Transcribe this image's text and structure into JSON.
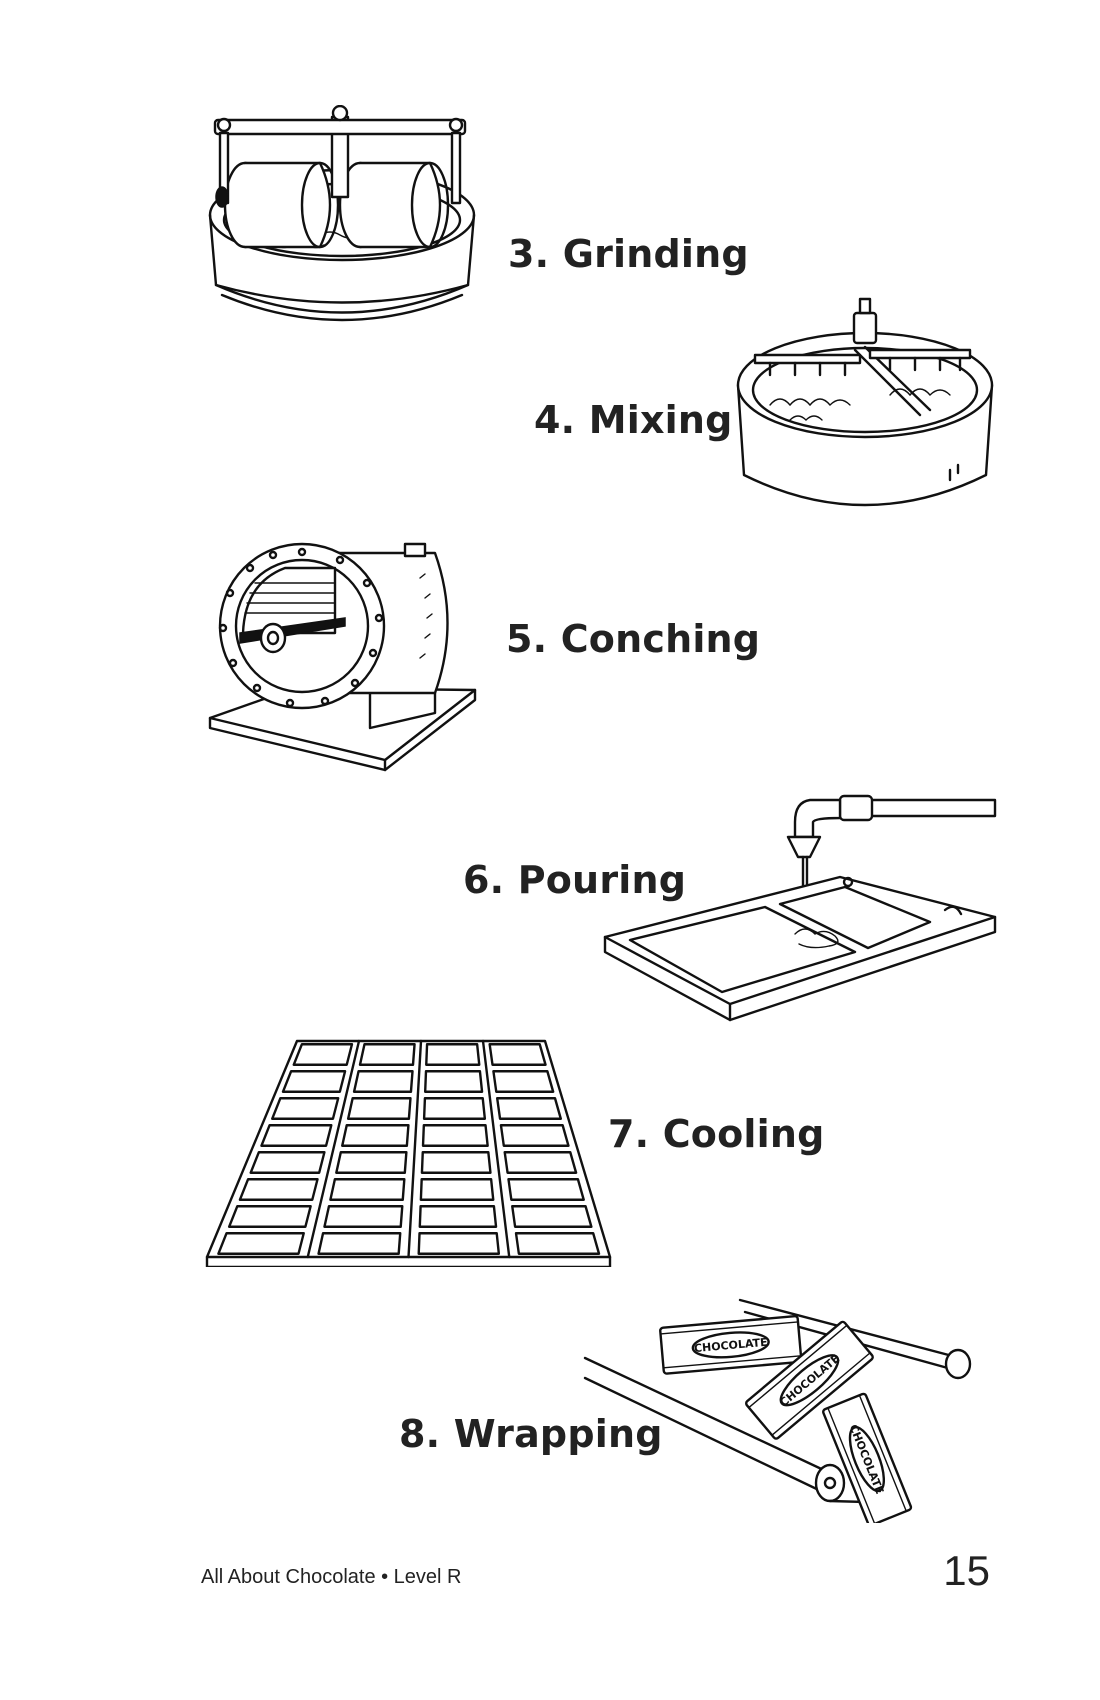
{
  "steps": [
    {
      "label": "3. Grinding"
    },
    {
      "label": "4. Mixing"
    },
    {
      "label": "5. Conching"
    },
    {
      "label": "6. Pouring"
    },
    {
      "label": "7. Cooling"
    },
    {
      "label": "8. Wrapping"
    }
  ],
  "illustration_text": {
    "wrapper": "CHOCOLATE"
  },
  "footer": {
    "book_title": "All About Chocolate • Level R",
    "page_number": "15"
  }
}
